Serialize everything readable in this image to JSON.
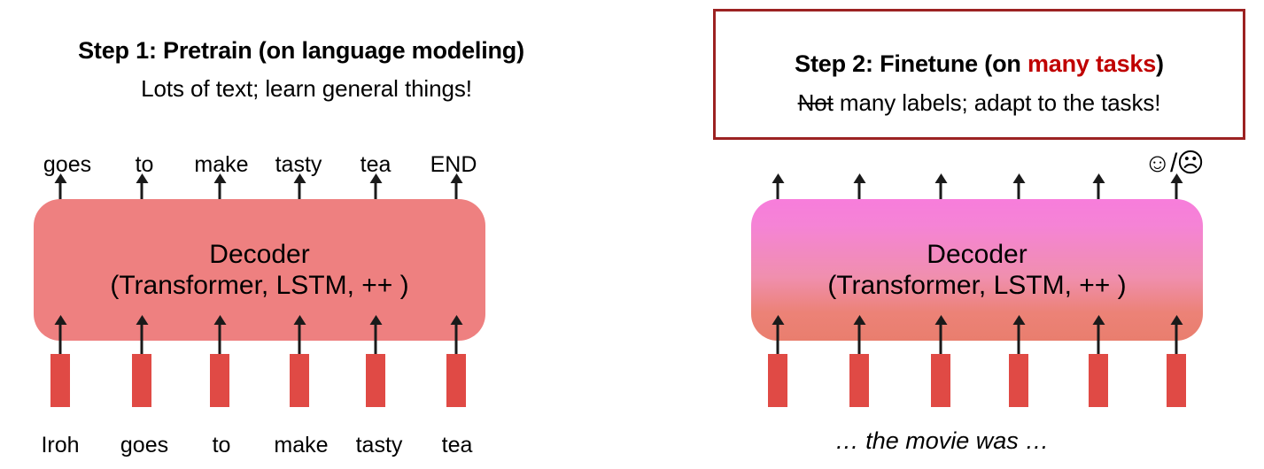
{
  "left": {
    "title": "Step 1: Pretrain (on language modeling)",
    "subtitle": "Lots of text; learn general things!",
    "output_tokens": [
      "goes",
      "to",
      "make",
      "tasty",
      "tea",
      "END"
    ],
    "decoder": {
      "line1": "Decoder",
      "line2": "(Transformer, LSTM, ++ )",
      "fill_color": "#EE8080"
    },
    "input_tokens": [
      "Iroh",
      "goes",
      "to",
      "make",
      "tasty",
      "tea"
    ]
  },
  "right": {
    "title_prefix": "Step 2: Finetune (on ",
    "title_highlight": "many tasks",
    "title_suffix": ")",
    "subtitle_strike": "Not",
    "subtitle_rest": " many labels; adapt to the tasks!",
    "frame_color": "#9C2222",
    "highlight_color": "#C00000",
    "sentiment_icon": "☺/☹",
    "decoder": {
      "line1": "Decoder",
      "line2": "(Transformer, LSTM, ++ )",
      "gradient_top": "#F77DDB",
      "gradient_bottom": "#E97E6E"
    },
    "input_caption": "… the movie was …",
    "input_token_count": 6
  },
  "style": {
    "bar_color": "#E04A45",
    "arrow_color": "#1a1a1a",
    "background": "#ffffff"
  }
}
